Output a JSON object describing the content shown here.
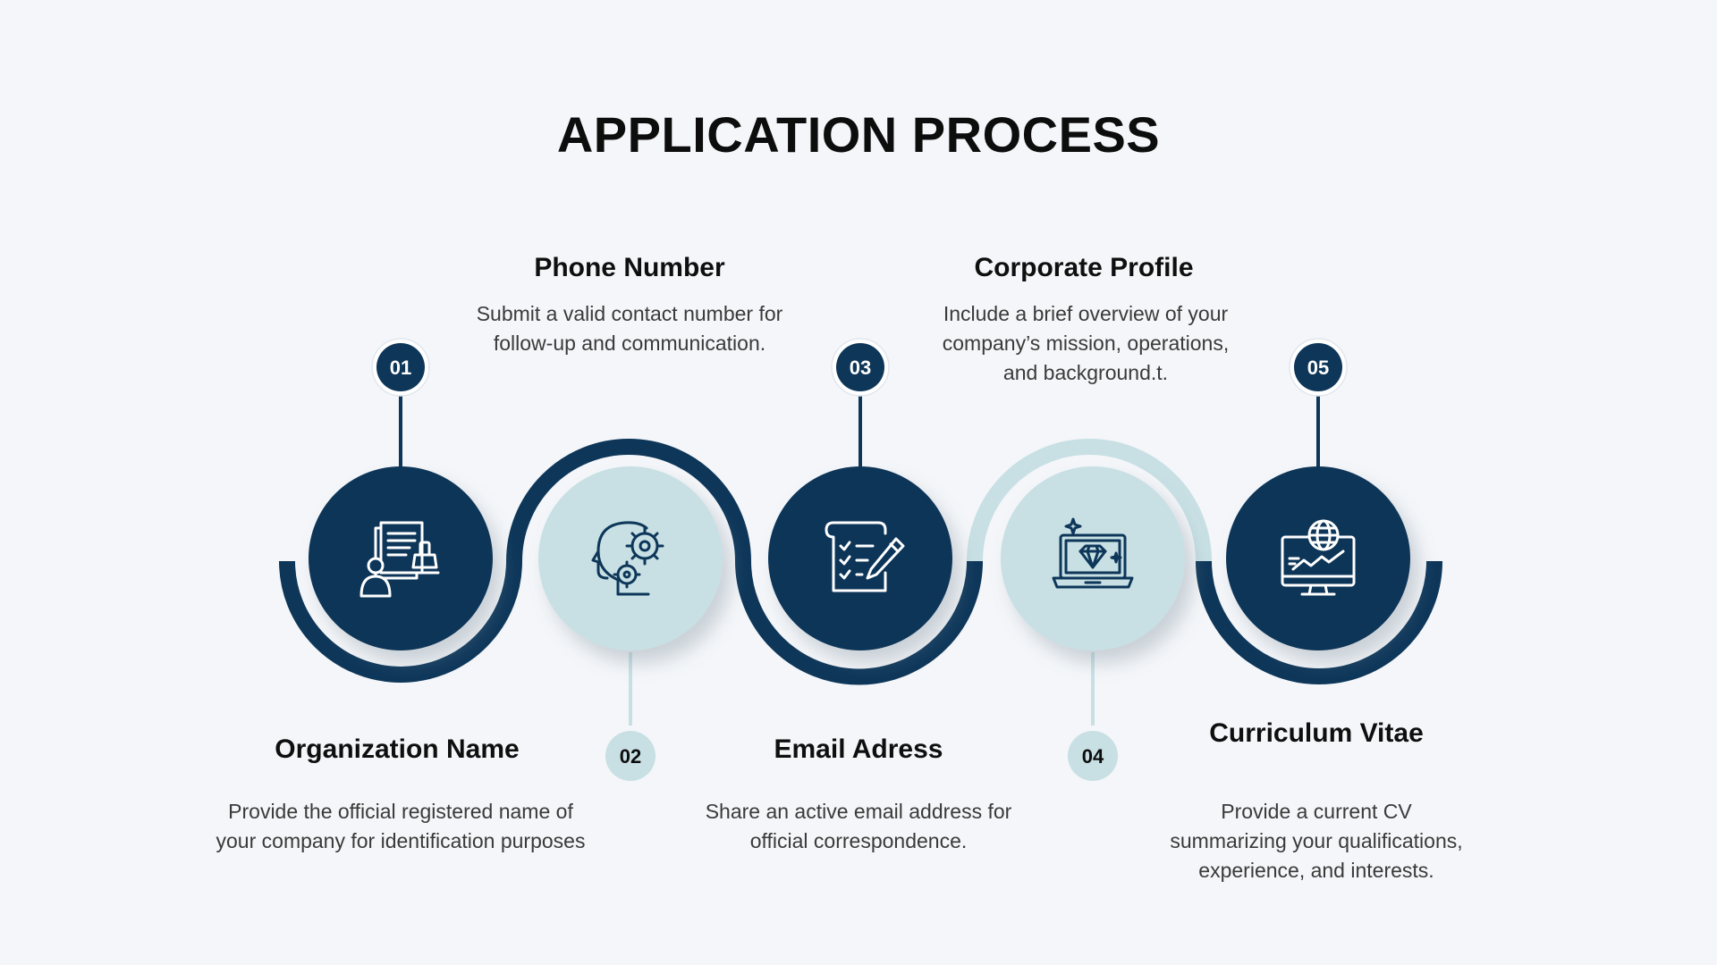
{
  "title": "APPLICATION PROCESS",
  "colors": {
    "dark": "#0d3659",
    "light": "#c8e0e4",
    "background": "#f4f6f9"
  },
  "steps": [
    {
      "number": "01",
      "title": "Organization Name",
      "description": "Provide the official registered name of your company for identification purposes",
      "icon": "id-stamp-icon"
    },
    {
      "number": "02",
      "title": "Phone Number",
      "description": "Submit a valid contact number for follow-up and communication.",
      "icon": "head-gears-icon"
    },
    {
      "number": "03",
      "title": "Email Adress",
      "description": "Share an active email address for official correspondence.",
      "icon": "checklist-pen-icon"
    },
    {
      "number": "04",
      "title": "Corporate Profile",
      "description": "Include a brief overview of your company’s mission, operations, and background.t.",
      "icon": "laptop-diamond-icon"
    },
    {
      "number": "05",
      "title": "Curriculum Vitae",
      "description": "Provide a current CV summarizing your qualifications, experience, and interests.",
      "icon": "monitor-globe-icon"
    }
  ]
}
